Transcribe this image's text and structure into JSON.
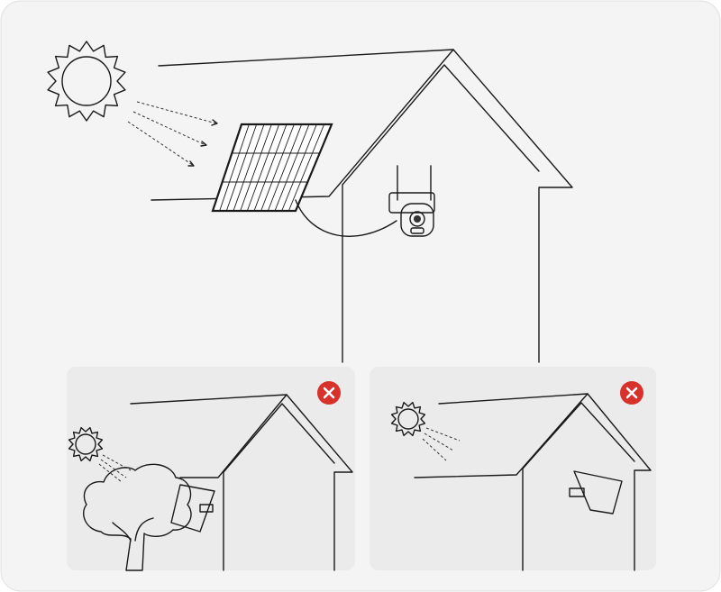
{
  "colors": {
    "background": "#f4f4f4",
    "panel_background": "#ebebeb",
    "line": "#1a1a1a",
    "error_badge": "#d8312b"
  },
  "scenes": [
    {
      "name": "correct-installation",
      "icons": [
        "sun-icon",
        "solar-panel-icon",
        "camera-icon",
        "house-icon"
      ]
    },
    {
      "name": "incorrect-shaded-by-tree",
      "icons": [
        "sun-icon",
        "tree-icon",
        "solar-panel-icon",
        "house-icon",
        "x-mark-icon"
      ]
    },
    {
      "name": "incorrect-panel-facing-away",
      "icons": [
        "sun-icon",
        "solar-panel-icon",
        "house-icon",
        "x-mark-icon"
      ]
    }
  ]
}
